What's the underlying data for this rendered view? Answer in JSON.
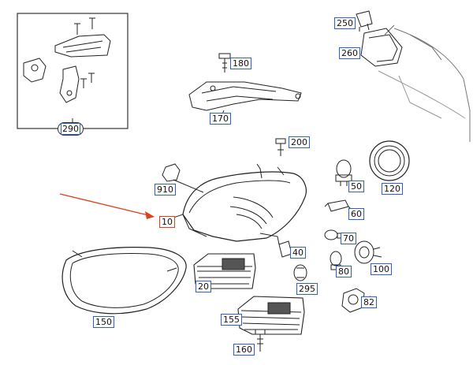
{
  "diagram": {
    "accent_color": "#2f62c8",
    "highlight_color": "#e0401c",
    "highlighted_part": "10",
    "parts": [
      {
        "id": "p290",
        "label": "290"
      },
      {
        "id": "p250",
        "label": "250"
      },
      {
        "id": "p260",
        "label": "260"
      },
      {
        "id": "p180",
        "label": "180"
      },
      {
        "id": "p170",
        "label": "170"
      },
      {
        "id": "p200",
        "label": "200"
      },
      {
        "id": "p910",
        "label": "910"
      },
      {
        "id": "p10",
        "label": "10"
      },
      {
        "id": "p50",
        "label": "50"
      },
      {
        "id": "p120",
        "label": "120"
      },
      {
        "id": "p60",
        "label": "60"
      },
      {
        "id": "p70",
        "label": "70"
      },
      {
        "id": "p40",
        "label": "40"
      },
      {
        "id": "p80",
        "label": "80"
      },
      {
        "id": "p100",
        "label": "100"
      },
      {
        "id": "p20",
        "label": "20"
      },
      {
        "id": "p295",
        "label": "295"
      },
      {
        "id": "p82",
        "label": "82"
      },
      {
        "id": "p150",
        "label": "150"
      },
      {
        "id": "p155",
        "label": "155"
      },
      {
        "id": "p160",
        "label": "160"
      }
    ]
  }
}
